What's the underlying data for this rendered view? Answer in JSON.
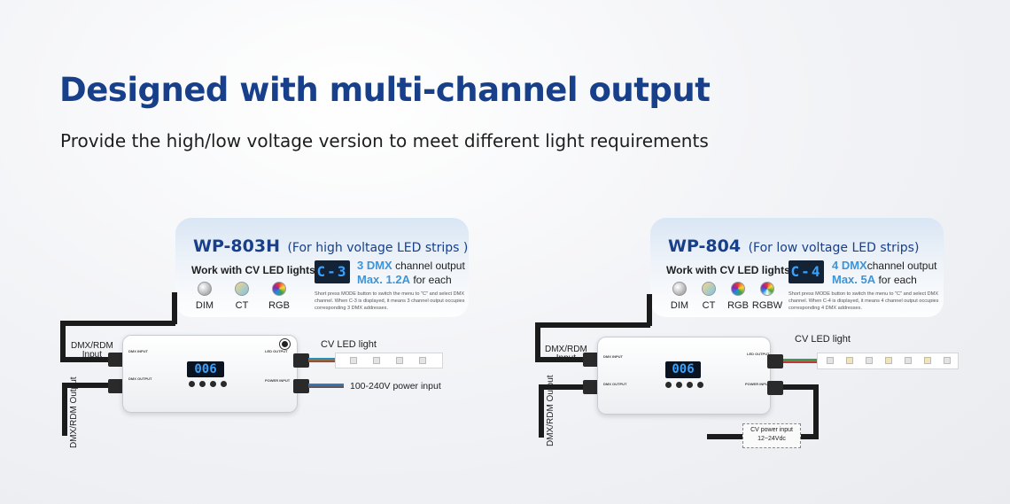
{
  "title": "Designed with multi-channel output",
  "subtitle": "Provide the high/low voltage version to meet different light requirements",
  "products": [
    {
      "model": "WP-803H",
      "desc": "(For high voltage LED strips )",
      "work_label": "Work with CV LED lights",
      "swatches": [
        "DIM",
        "CT",
        "RGB"
      ],
      "seg_display": "C-3",
      "channel_count": "3 DMX",
      "channel_text": " channel output",
      "max_label": "Max. 1.2A",
      "max_suffix": " for each",
      "note": "Short press MODE button to switch the menu to \"C\" and select DMX channel. When C-3 is displayed, it means 3 channel output occupies corresponding 3 DMX addresses.",
      "dmx_input": "DMX/RDM\nInput",
      "dmx_output": "DMX/RDM Output",
      "led_label": "CV LED light",
      "power_label": "100-240V power input",
      "screen": "006"
    },
    {
      "model": "WP-804",
      "desc": "(For low voltage LED strips)",
      "work_label": "Work with CV LED lights",
      "swatches": [
        "DIM",
        "CT",
        "RGB",
        "RGBW"
      ],
      "seg_display": "C-4",
      "channel_count": "4 DMX",
      "channel_text": "channel output",
      "max_label": "Max. 5A",
      "max_suffix": " for each",
      "note": "Short press MODE button to switch the menu to \"C\" and select DMX channel. When C-4 is displayed, it means 4 channel output occupies corresponding 4 DMX addresses.",
      "dmx_input": "DMX/RDM\nInput",
      "dmx_output": "DMX/RDM Output",
      "led_label": "CV LED light",
      "power_title": "CV power input",
      "power_range": "12~24Vdc",
      "screen": "006"
    }
  ],
  "colors": {
    "title": "#173f8a",
    "accent": "#3b95d9",
    "display_text": "#39a3ff"
  }
}
